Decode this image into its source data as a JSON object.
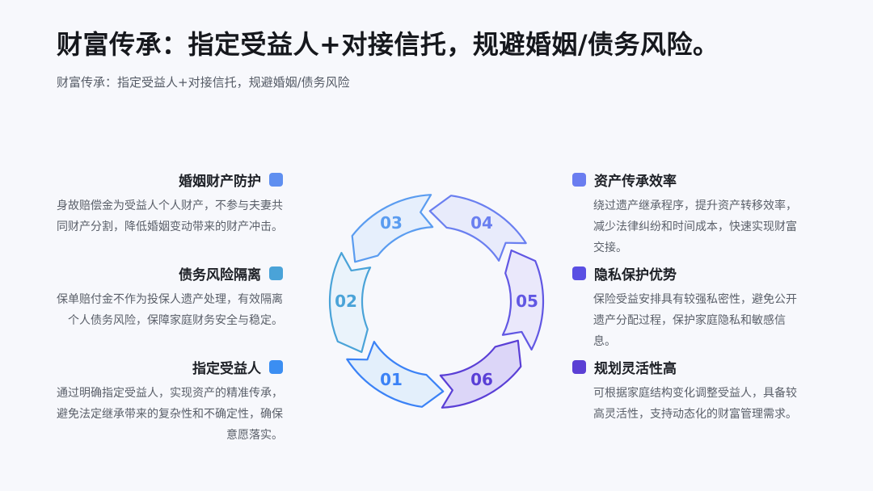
{
  "title": "财富传承：指定受益人+对接信托，规避婚姻/债务风险。",
  "subtitle": "财富传承：指定受益人+对接信托，规避婚姻/债务风险",
  "segments": [
    {
      "num": "01",
      "color": "#3b82f6",
      "fill": "#e3effb"
    },
    {
      "num": "02",
      "color": "#4aa3d8",
      "fill": "#eaf3fb"
    },
    {
      "num": "03",
      "color": "#5a9cf0",
      "fill": "#e6effc"
    },
    {
      "num": "04",
      "color": "#6a7ff0",
      "fill": "#e8ebfb"
    },
    {
      "num": "05",
      "color": "#6157e3",
      "fill": "#eae8fb"
    },
    {
      "num": "06",
      "color": "#5a3fd6",
      "fill": "#dcd6f8"
    }
  ],
  "items": {
    "i1": {
      "title": "指定受益人",
      "desc": "通过明确指定受益人，实现资产的精准传承，避免法定继承带来的复杂性和不确定性，确保意愿落实。",
      "color": "#3b8ef2"
    },
    "i2": {
      "title": "债务风险隔离",
      "desc": "保单赔付金不作为投保人遗产处理，有效隔离个人债务风险，保障家庭财务安全与稳定。",
      "color": "#4aa3d8"
    },
    "i3": {
      "title": "婚姻财产防护",
      "desc": "身故赔偿金为受益人个人财产，不参与夫妻共同财产分割，降低婚姻变动带来的财产冲击。",
      "color": "#5f8ff0"
    },
    "i4": {
      "title": "资产传承效率",
      "desc": "绕过遗产继承程序，提升资产转移效率，减少法律纠纷和时间成本，快速实现财富交接。",
      "color": "#6a7df0"
    },
    "i5": {
      "title": "隐私保护优势",
      "desc": "保险受益安排具有较强私密性，避免公开遗产分配过程，保护家庭隐私和敏感信息。",
      "color": "#5a4fe3"
    },
    "i6": {
      "title": "规划灵活性高",
      "desc": "可根据家庭结构变化调整受益人，具备较高灵活性，支持动态化的财富管理需求。",
      "color": "#5b3fd4"
    }
  }
}
